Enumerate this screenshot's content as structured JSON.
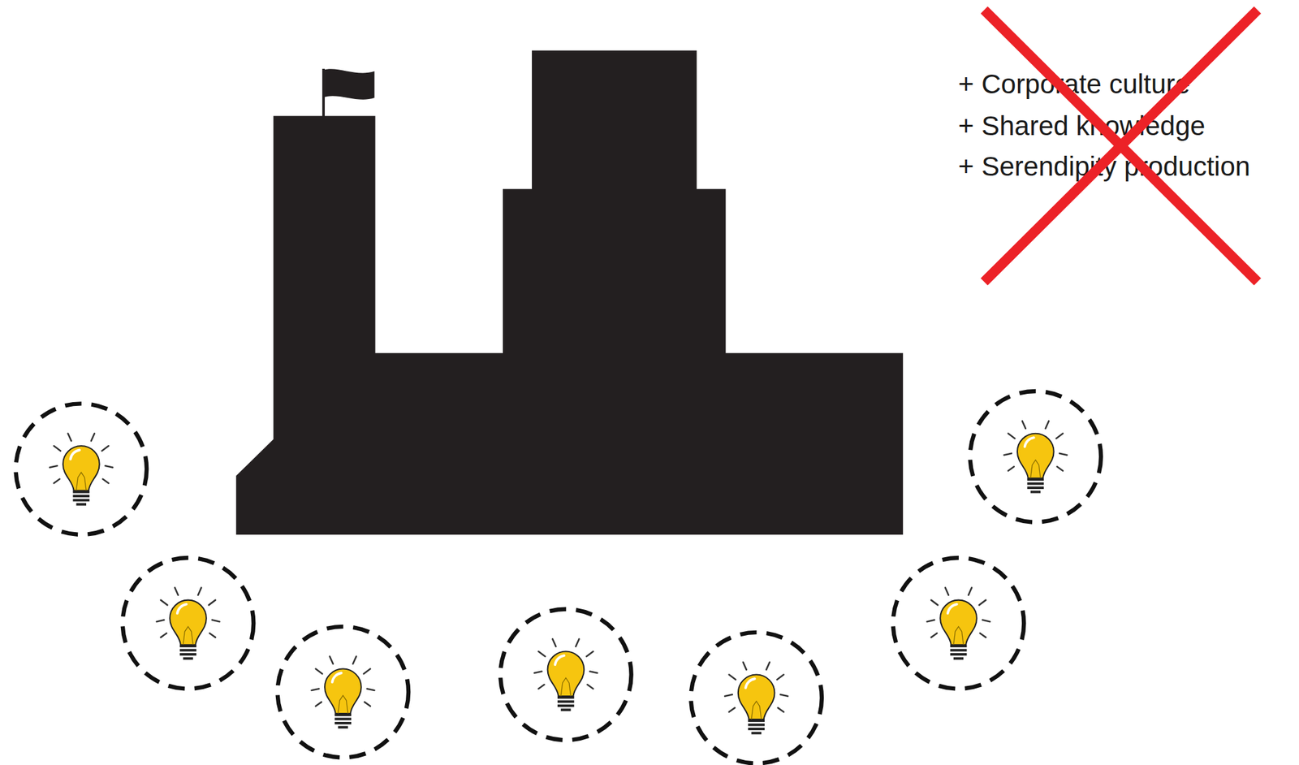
{
  "diagram": {
    "labels": [
      "+ Corporate culture",
      "+ Shared knowledge",
      "+ Serendipity production"
    ]
  }
}
